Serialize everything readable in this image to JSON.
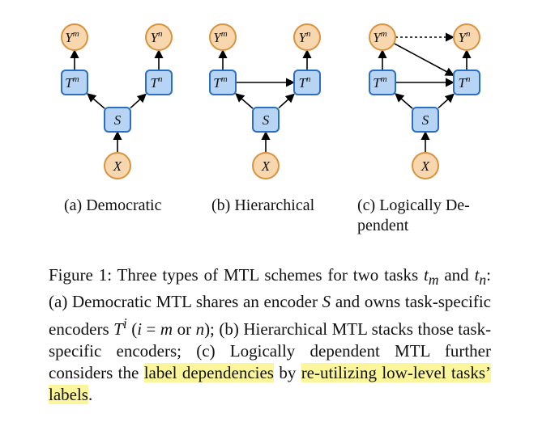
{
  "diagrams": [
    {
      "id": "a",
      "caption": "(a) Democratic",
      "nodes": {
        "Ym": {
          "base": "Y",
          "sup": "m"
        },
        "Yn": {
          "base": "Y",
          "sup": "n"
        },
        "Tm": {
          "base": "T",
          "sup": "m"
        },
        "Tn": {
          "base": "T",
          "sup": "n"
        },
        "S": {
          "base": "S",
          "sup": ""
        },
        "X": {
          "base": "X",
          "sup": ""
        }
      },
      "edges": [
        {
          "from": "X",
          "to": "S"
        },
        {
          "from": "S",
          "to": "Tm"
        },
        {
          "from": "S",
          "to": "Tn"
        },
        {
          "from": "Tm",
          "to": "Ym"
        },
        {
          "from": "Tn",
          "to": "Yn"
        }
      ]
    },
    {
      "id": "b",
      "caption": "(b) Hierarchical",
      "nodes": {
        "Ym": {
          "base": "Y",
          "sup": "m"
        },
        "Yn": {
          "base": "Y",
          "sup": "n"
        },
        "Tm": {
          "base": "T",
          "sup": "m"
        },
        "Tn": {
          "base": "T",
          "sup": "n"
        },
        "S": {
          "base": "S",
          "sup": ""
        },
        "X": {
          "base": "X",
          "sup": ""
        }
      },
      "edges": [
        {
          "from": "X",
          "to": "S"
        },
        {
          "from": "S",
          "to": "Tm"
        },
        {
          "from": "S",
          "to": "Tn"
        },
        {
          "from": "Tm",
          "to": "Ym"
        },
        {
          "from": "Tn",
          "to": "Yn"
        },
        {
          "from": "Tm",
          "to": "Tn"
        }
      ]
    },
    {
      "id": "c",
      "caption": "(c) Logically De-pendent",
      "caption_lines": [
        "(c) Logically De-",
        "pendent"
      ],
      "nodes": {
        "Ym": {
          "base": "Y",
          "sup": "m"
        },
        "Yn": {
          "base": "Y",
          "sup": "n"
        },
        "Tm": {
          "base": "T",
          "sup": "m"
        },
        "Tn": {
          "base": "T",
          "sup": "n"
        },
        "S": {
          "base": "S",
          "sup": ""
        },
        "X": {
          "base": "X",
          "sup": ""
        }
      },
      "edges": [
        {
          "from": "X",
          "to": "S"
        },
        {
          "from": "S",
          "to": "Tm"
        },
        {
          "from": "S",
          "to": "Tn"
        },
        {
          "from": "Tm",
          "to": "Ym"
        },
        {
          "from": "Tn",
          "to": "Yn"
        },
        {
          "from": "Tm",
          "to": "Tn"
        },
        {
          "from": "Ym",
          "to": "Tn"
        },
        {
          "from": "Ym",
          "to": "Yn",
          "style": "dashed"
        }
      ]
    }
  ],
  "caption": {
    "label": "Figure 1:",
    "t1": "Three types of MTL schemes for two tasks",
    "tm": "t",
    "tm_sub": "m",
    "t2": "and",
    "tn": "t",
    "tn_sub": "n",
    "t3": ": (a) Democratic MTL shares an encoder",
    "S": "S",
    "t4": "and owns task-specific encoders",
    "Ti": "T",
    "Ti_sup": "i",
    "t5": "(",
    "i_eq": "i",
    "eq": "=",
    "m": "m",
    "or": "or",
    "n": "n",
    "t6": "); (b) Hierarchical MTL stacks those task-specific encoders; (c) Logically dependent MTL further considers the",
    "h1": "label dependencies",
    "t7": "by",
    "h2": "re-utilizing low-level tasks’ labels",
    "t8": "."
  }
}
